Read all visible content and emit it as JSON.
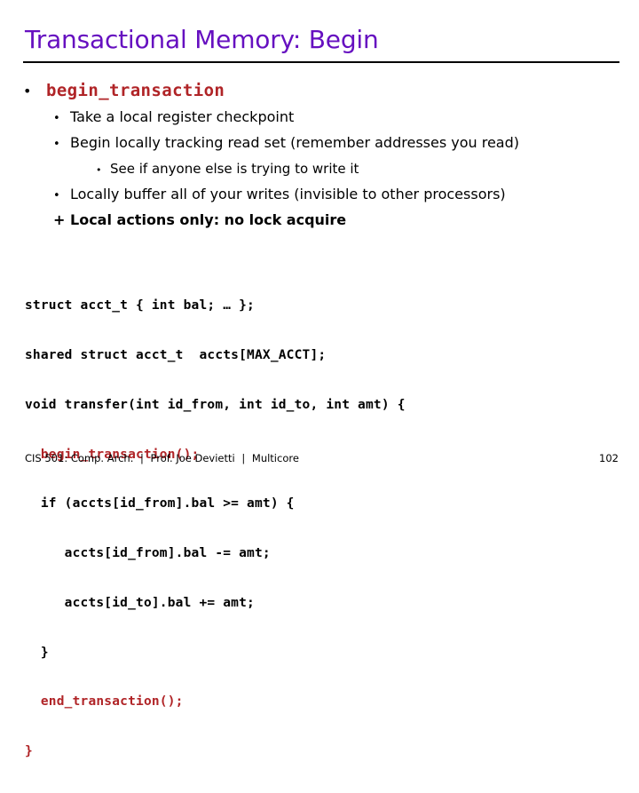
{
  "slide": {
    "title": "Transactional Memory: Begin",
    "title_color": "#6610c0",
    "accent_code_color": "#b02427",
    "bullets": [
      {
        "level": 1,
        "marker": "•",
        "text": "begin_transaction",
        "style": "code-red"
      },
      {
        "level": 2,
        "marker": "•",
        "text": "Take a local register checkpoint",
        "style": "plain"
      },
      {
        "level": 2,
        "marker": "•",
        "text": "Begin locally tracking read set (remember addresses you read)",
        "style": "plain"
      },
      {
        "level": 3,
        "marker": "•",
        "text": "See if anyone else is trying to write it",
        "style": "plain"
      },
      {
        "level": 2,
        "marker": "•",
        "text": "Locally buffer all of your writes (invisible to other processors)",
        "style": "plain"
      },
      {
        "level": 2,
        "marker": "+",
        "text": "Local actions only: no lock acquire",
        "style": "bold"
      }
    ],
    "code": {
      "lines": [
        {
          "text": "struct acct_t { int bal; … };",
          "color": "black"
        },
        {
          "text": "shared struct acct_t  accts[MAX_ACCT];",
          "color": "black"
        },
        {
          "text": "void transfer(int id_from, int id_to, int amt) {",
          "color": "black"
        },
        {
          "text": "  begin_transaction();",
          "color": "red"
        },
        {
          "text": "  if (accts[id_from].bal >= amt) {",
          "color": "black"
        },
        {
          "text": "     accts[id_from].bal -= amt;",
          "color": "black"
        },
        {
          "text": "     accts[id_to].bal += amt;",
          "color": "black"
        },
        {
          "text": "  }",
          "color": "black"
        },
        {
          "text": "  end_transaction();",
          "color": "red"
        },
        {
          "text": "}",
          "color": "red"
        }
      ]
    },
    "footer": {
      "course": "CIS 501: Comp. Arch.",
      "separator": "|",
      "instructor": "Prof. Joe Devietti",
      "topic": "Multicore",
      "page_number": "102"
    }
  }
}
